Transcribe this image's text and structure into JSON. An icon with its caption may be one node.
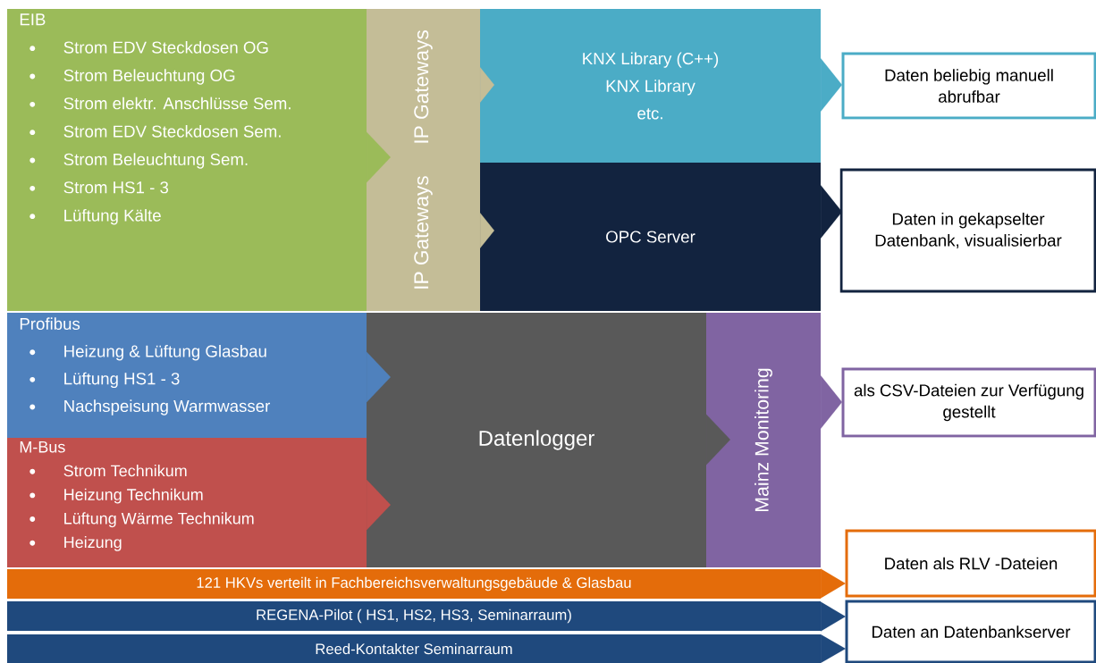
{
  "diagram": {
    "nodes": [
      {
        "text": [
          "EIB",
          "Strom EDV Steckdosen OG",
          "Strom Beleuchtung OG",
          "Strom elektr. Anschlüsse Sem.",
          "Strom EDV Steckdosen Sem.",
          "Strom Beleuchtung Sem.",
          "Strom HS1 - 3",
          "Lüftung Kälte"
        ]
      },
      {
        "text": [
          "IP Gateways",
          "IP Gateways"
        ]
      },
      {
        "text": [
          "KNX Library (C++)",
          "KNX Library",
          "etc."
        ]
      },
      {
        "text": [
          "OPC Server"
        ]
      },
      {
        "text": [
          "Daten beliebig manuell abrufbar"
        ]
      },
      {
        "text": [
          "Daten in gekapselter Datenbank, visualisierbar"
        ]
      },
      {
        "text": [
          "Profibus",
          "Heizung & Lüftung Glasbau",
          "Lüftung HS1 - 3",
          "Nachspeisung Warmwasser"
        ]
      },
      {
        "text": [
          "M-Bus",
          "Strom Technikum",
          "Heizung Technikum",
          "Lüftung Wärme Technikum",
          "Heizung"
        ]
      },
      {
        "text": [
          "Datenlogger"
        ]
      },
      {
        "text": [
          "Mainz Monitoring"
        ]
      },
      {
        "text": [
          "als CSV-Dateien zur Verfügung gestellt"
        ]
      },
      {
        "text": [
          "121 HKVs verteilt in Fachbereichsverwaltungsgebäude & Glasbau"
        ]
      },
      {
        "text": [
          "Daten als RLV -Dateien"
        ]
      },
      {
        "text": [
          "REGENA-Pilot ( HS1, HS2, HS3, Seminarraum)"
        ]
      },
      {
        "text": [
          "Reed-Kontakter Seminarraum"
        ]
      },
      {
        "text": [
          "Daten an Datenbankserver"
        ]
      }
    ],
    "edges": [
      {
        "from": 0,
        "to": 1,
        "arrow": "to"
      },
      {
        "from": 1,
        "to": 2,
        "arrow": "to"
      },
      {
        "from": 1,
        "to": 3,
        "arrow": "to"
      },
      {
        "from": 2,
        "to": 4,
        "arrow": "to"
      },
      {
        "from": 3,
        "to": 5,
        "arrow": "to"
      },
      {
        "from": 6,
        "to": 8,
        "arrow": "to"
      },
      {
        "from": 7,
        "to": 8,
        "arrow": "to"
      },
      {
        "from": 8,
        "to": 9,
        "arrow": "to"
      },
      {
        "from": 9,
        "to": 10,
        "arrow": "to"
      },
      {
        "from": 11,
        "to": 12,
        "arrow": "to"
      },
      {
        "from": 13,
        "to": 15,
        "arrow": "to"
      },
      {
        "from": 14,
        "to": 15,
        "arrow": "to"
      }
    ]
  }
}
